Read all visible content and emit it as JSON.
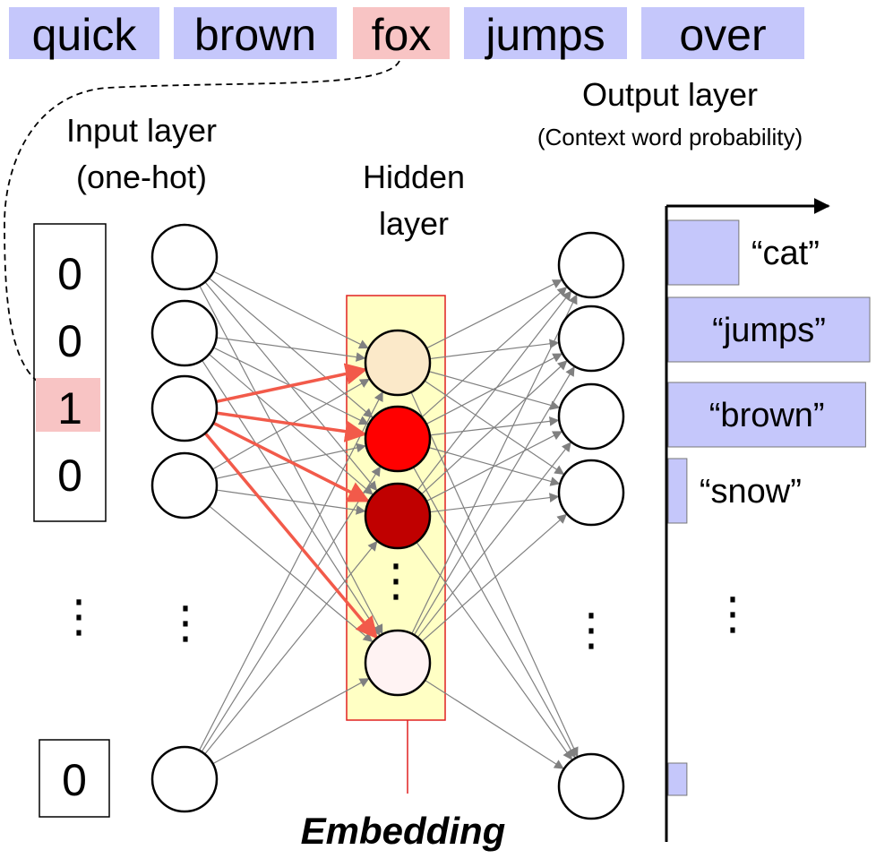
{
  "sentence": [
    {
      "text": "quick",
      "highlight": false
    },
    {
      "text": "brown",
      "highlight": false
    },
    {
      "text": "fox",
      "highlight": true
    },
    {
      "text": "jumps",
      "highlight": false
    },
    {
      "text": "over",
      "highlight": false
    }
  ],
  "input_layer": {
    "title_line1": "Input layer",
    "title_line2": "(one-hot)",
    "vector": [
      "0",
      "0",
      "1",
      "0"
    ],
    "vector_last": "0",
    "hot_index": 2
  },
  "hidden_layer": {
    "title_line1": "Hidden",
    "title_line2": "layer",
    "node_colors": [
      "#fbe9c9",
      "#ff0000",
      "#c00000",
      "#fff3f3"
    ]
  },
  "output_layer": {
    "title_line1": "Output layer",
    "title_line2": "(Context word probability)",
    "bars": [
      {
        "label": "“cat”",
        "value": 0.34
      },
      {
        "label": "“jumps”",
        "value": 0.97
      },
      {
        "label": "“brown”",
        "value": 0.95
      },
      {
        "label": "“snow”",
        "value": 0.09
      },
      {
        "label": "",
        "value": 0.09
      }
    ]
  },
  "embedding_label": "Embedding",
  "ellipsis": "⋮",
  "colors": {
    "word_box": "#c5c7fb",
    "word_highlight": "#f8c4c4",
    "bar_fill": "#c5c7fb",
    "hidden_box_fill": "#ffffc4",
    "hidden_box_stroke": "#e02020",
    "active_arrow": "#f25a4a",
    "arrow": "#808080"
  }
}
